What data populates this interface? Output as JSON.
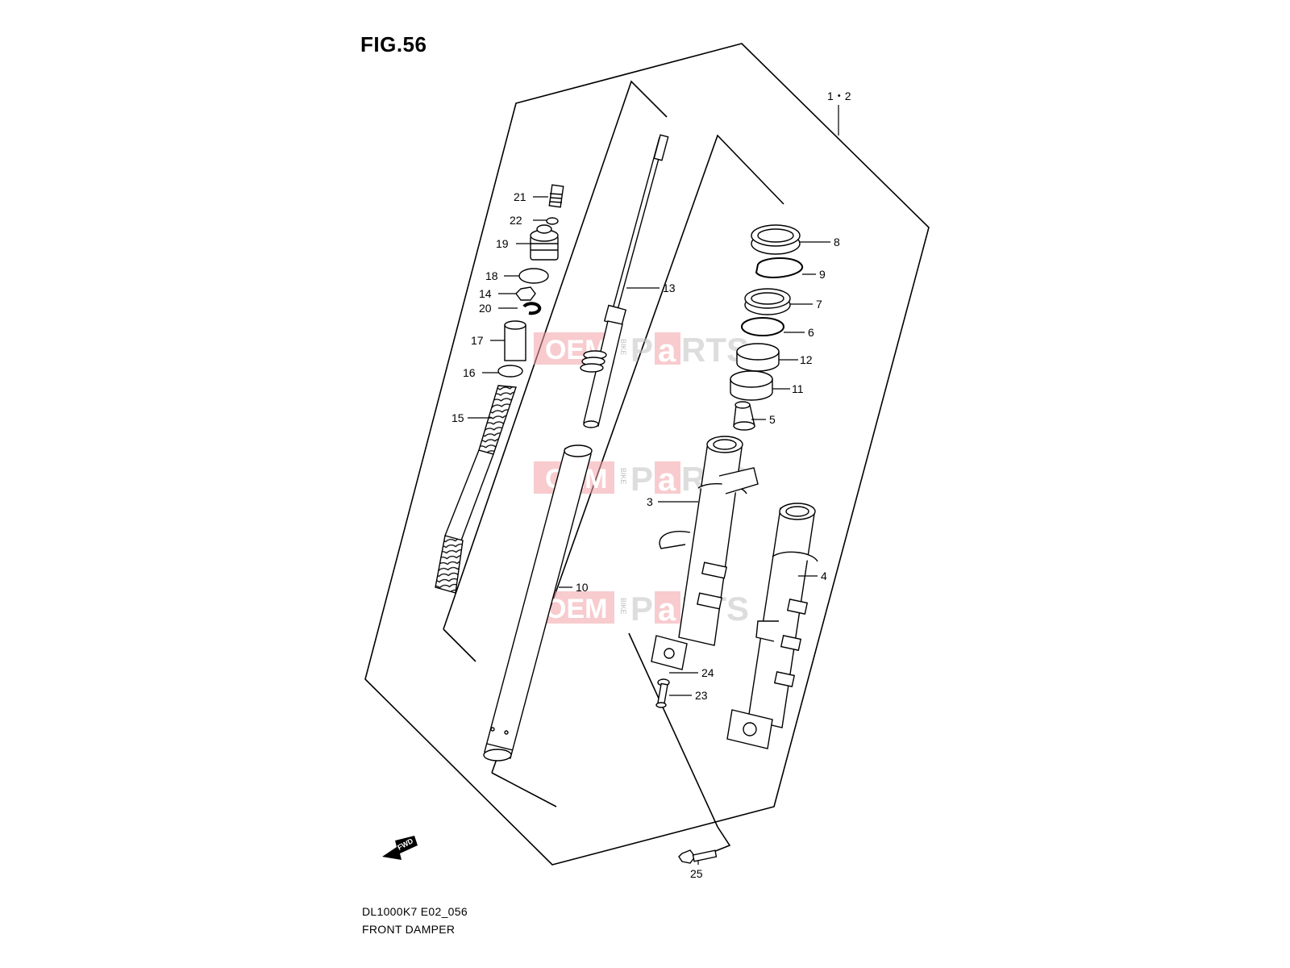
{
  "figure": {
    "title": "FIG.56",
    "model_code": "DL1000K7 E02_056",
    "caption": "FRONT DAMPER"
  },
  "watermark": {
    "left": "OEM",
    "middle": "BIKE",
    "right_a": "P",
    "right_b": "a",
    "right_c": "RTS"
  },
  "fwd_label": "FWD",
  "callouts": [
    {
      "id": "c-1-2",
      "label": "1・2"
    },
    {
      "id": "c-8",
      "label": "8"
    },
    {
      "id": "c-9",
      "label": "9"
    },
    {
      "id": "c-7",
      "label": "7"
    },
    {
      "id": "c-6",
      "label": "6"
    },
    {
      "id": "c-12",
      "label": "12"
    },
    {
      "id": "c-11",
      "label": "11"
    },
    {
      "id": "c-5",
      "label": "5"
    },
    {
      "id": "c-3",
      "label": "3"
    },
    {
      "id": "c-4",
      "label": "4"
    },
    {
      "id": "c-24",
      "label": "24"
    },
    {
      "id": "c-23",
      "label": "23"
    },
    {
      "id": "c-25",
      "label": "25"
    },
    {
      "id": "c-13",
      "label": "13"
    },
    {
      "id": "c-10",
      "label": "10"
    },
    {
      "id": "c-21",
      "label": "21"
    },
    {
      "id": "c-22",
      "label": "22"
    },
    {
      "id": "c-19",
      "label": "19"
    },
    {
      "id": "c-18",
      "label": "18"
    },
    {
      "id": "c-14",
      "label": "14"
    },
    {
      "id": "c-20",
      "label": "20"
    },
    {
      "id": "c-17",
      "label": "17"
    },
    {
      "id": "c-16",
      "label": "16"
    },
    {
      "id": "c-15",
      "label": "15"
    }
  ]
}
